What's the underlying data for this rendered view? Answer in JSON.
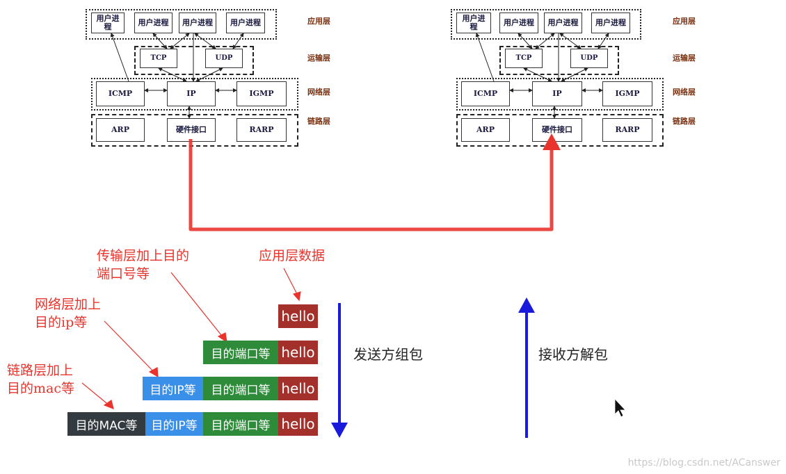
{
  "stack": {
    "process_label": "用户进程",
    "tcp": "TCP",
    "udp": "UDP",
    "icmp": "ICMP",
    "ip": "IP",
    "igmp": "IGMP",
    "arp": "ARP",
    "hw": "硬件接口",
    "rarp": "RARP",
    "layers": {
      "app": "应用层",
      "transport": "运输层",
      "network": "网络层",
      "link": "链路层"
    }
  },
  "annotations": {
    "app_data": "应用层数据",
    "transport_line1": "传输层加上目的",
    "transport_line2": "端口号等",
    "network_line1": "网络层加上",
    "network_line2": "目的ip等",
    "link_line1": "链路层加上",
    "link_line2": "目的mac等"
  },
  "packets": {
    "hello": "hello",
    "port": "目的端口等",
    "ip": "目的IP等",
    "mac": "目的MAC等"
  },
  "directions": {
    "send": "发送方组包",
    "recv": "接收方解包"
  },
  "watermark": "https://blog.csdn.net/ACanswer",
  "colors": {
    "red": "#e8342c",
    "blue": "#1a1adc",
    "hello": "#a3302a",
    "port": "#2e8b3a",
    "ip": "#3a8fe8",
    "mac": "#333a40"
  }
}
